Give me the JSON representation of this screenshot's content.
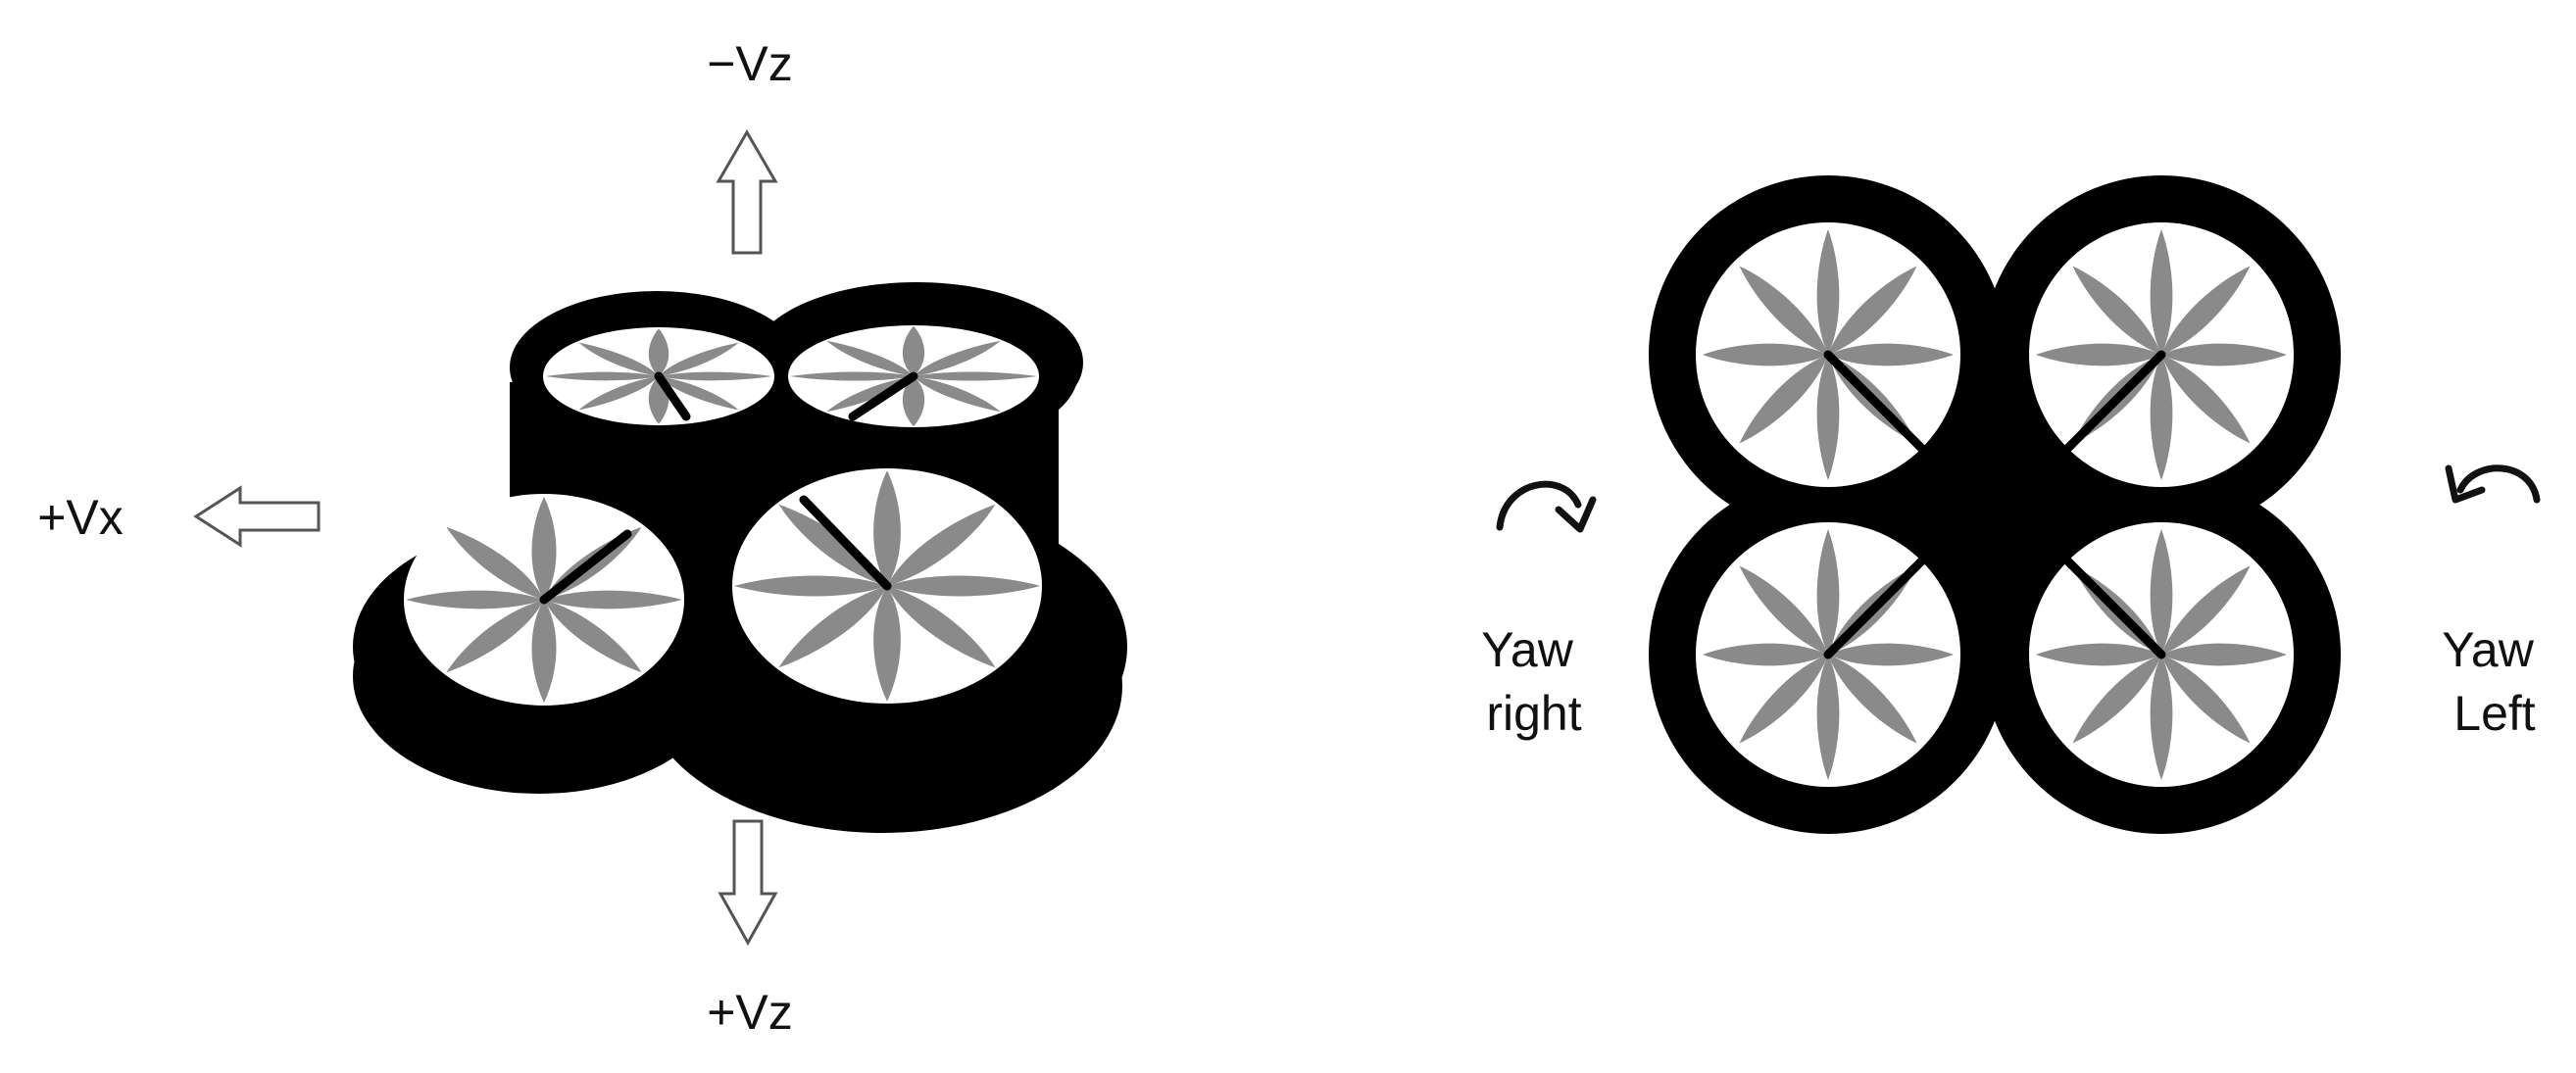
{
  "labels": {
    "neg_vz": "−Vz",
    "pos_vz": "+Vz",
    "pos_vx": "+Vx",
    "yaw_right_line1": "Yaw",
    "yaw_right_line2": "right",
    "yaw_left_line1": "Yaw",
    "yaw_left_line2": "Left"
  },
  "colors": {
    "frame": "#000000",
    "blade": "#8a8a8a",
    "arm": "#000000",
    "arrow_outline": "#555555",
    "background": "#ffffff"
  },
  "icons": {
    "up_arrow": "hollow-up-arrow",
    "down_arrow": "hollow-down-arrow",
    "left_arrow": "hollow-left-arrow",
    "yaw_right_arrow": "clockwise-arc-arrow",
    "yaw_left_arrow": "counterclockwise-arc-arrow"
  }
}
